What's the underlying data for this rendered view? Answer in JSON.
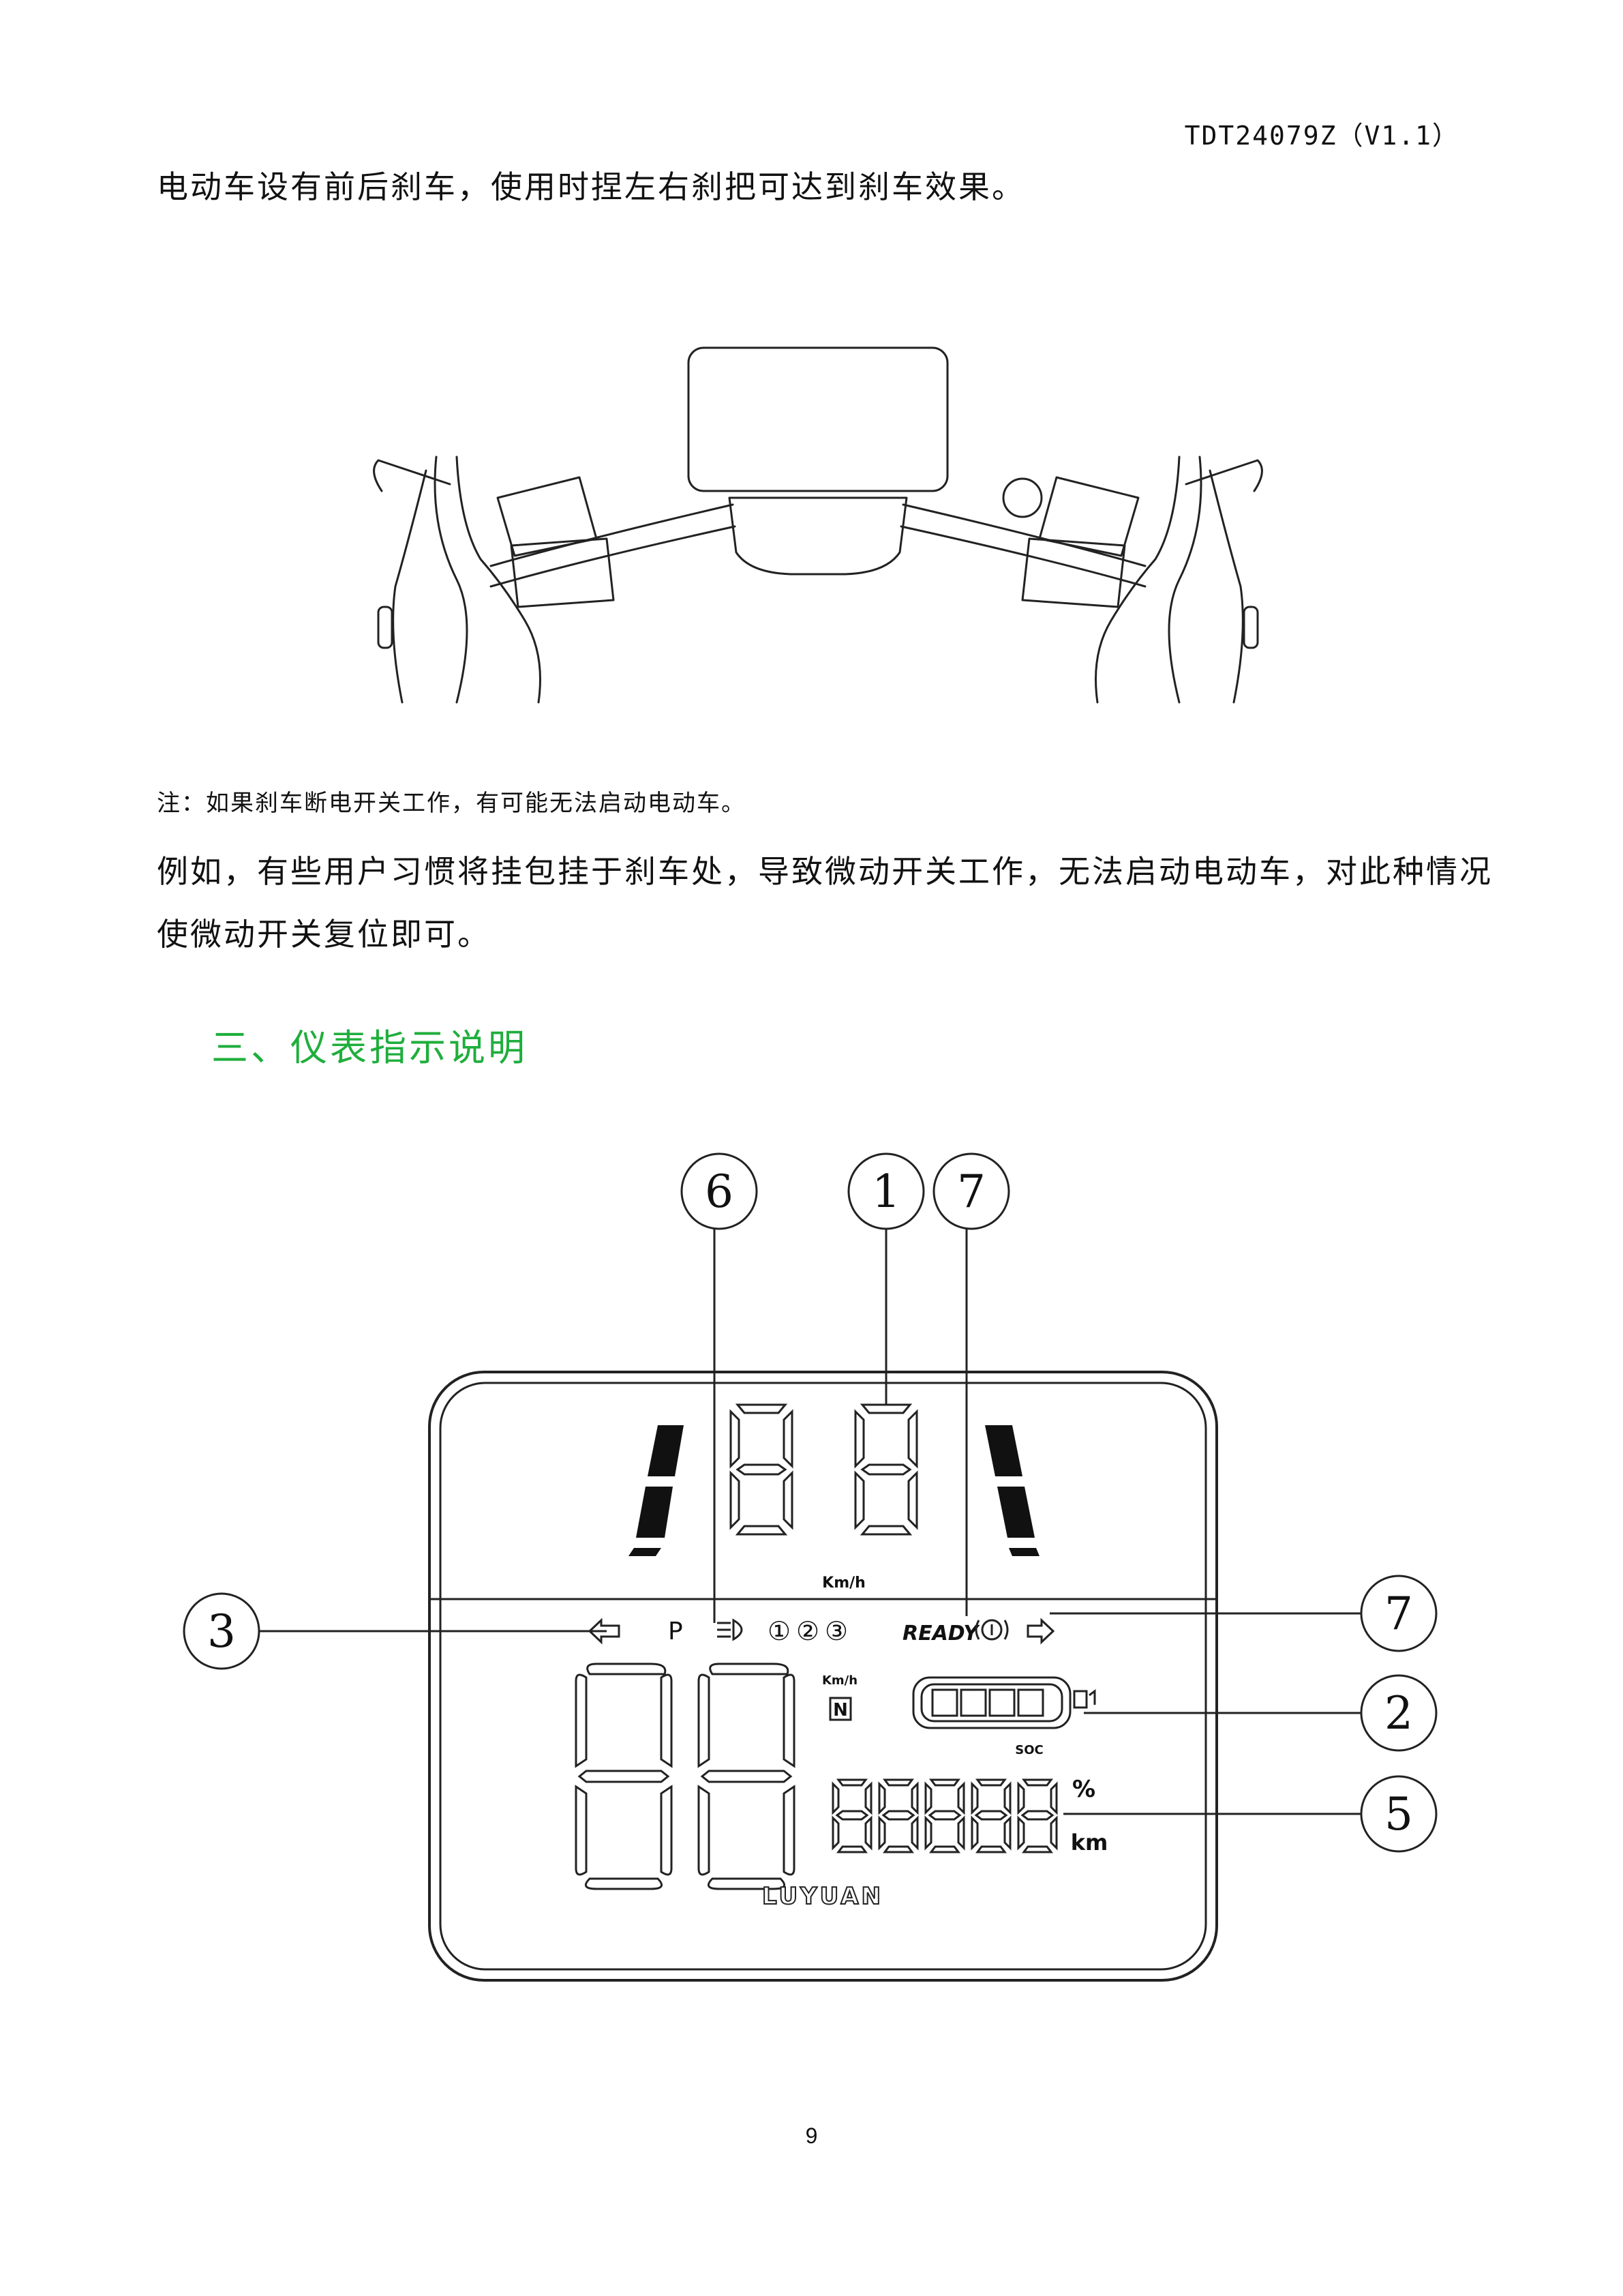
{
  "header": {
    "doc_code": "TDT24079Z（V1.1）"
  },
  "body": {
    "intro_line": "电动车设有前后刹车，使用时捏左右刹把可达到刹车效果。",
    "note_line": "注：如果刹车断电开关工作，有可能无法启动电动车。",
    "example_line1": "例如，有些用户习惯将挂包挂于刹车处，导致微动开关工作，无法启动电动车，对此种情况",
    "example_line2": "使微动开关复位即可。",
    "section_title": "三、仪表指示说明"
  },
  "dashboard": {
    "callouts": [
      "6",
      "1",
      "7",
      "3",
      "7",
      "2",
      "5"
    ],
    "speed_unit_top": "Km/h",
    "speed_unit_small": "Km/h",
    "park_label": "P",
    "gears": [
      "①",
      "②",
      "③"
    ],
    "ready_label": "READY",
    "neutral_label": "N",
    "soc_label": "SOC",
    "percent_label": "%",
    "km_label": "km",
    "brand": "LUYUAN"
  },
  "footer": {
    "page_number": "9"
  }
}
